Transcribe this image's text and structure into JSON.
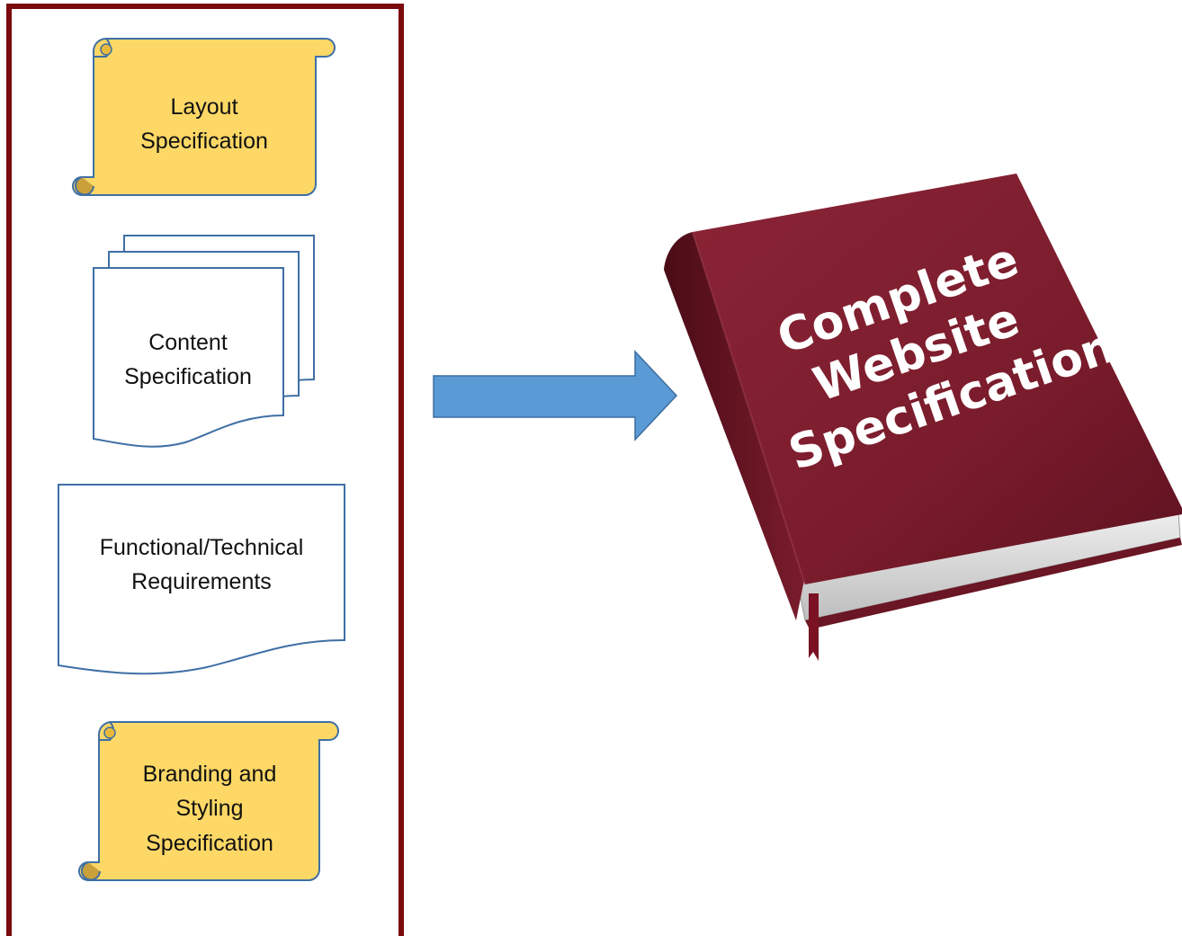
{
  "colors": {
    "frame_border": "#7a0a0e",
    "scroll_fill": "#fdd866",
    "scroll_stroke": "#3f6fa5",
    "doc_stroke": "#3f6fa5",
    "arrow_fill": "#5b9bd5",
    "arrow_stroke": "#3d6d9e",
    "book_cover": "#7e1f2f"
  },
  "sources": {
    "layout": {
      "line1": "Layout",
      "line2": "Specification"
    },
    "content": {
      "line1": "Content",
      "line2": "Specification"
    },
    "functional": {
      "line1": "Functional/Technical",
      "line2": "Requirements"
    },
    "branding": {
      "line1": "Branding and",
      "line2": "Styling",
      "line3": "Specification"
    }
  },
  "book": {
    "line1": "Complete",
    "line2": "Website",
    "line3": "Specification"
  }
}
